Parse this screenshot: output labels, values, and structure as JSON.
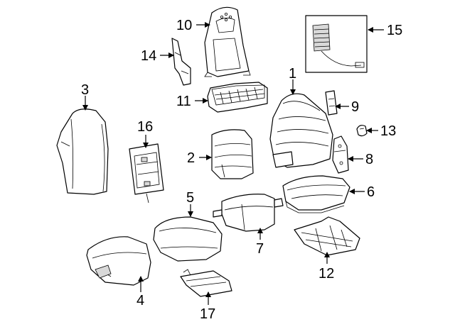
{
  "diagram": {
    "callouts": [
      {
        "id": "c1",
        "text": "1"
      },
      {
        "id": "c2",
        "text": "2"
      },
      {
        "id": "c3",
        "text": "3"
      },
      {
        "id": "c4",
        "text": "4"
      },
      {
        "id": "c5",
        "text": "5"
      },
      {
        "id": "c6",
        "text": "6"
      },
      {
        "id": "c7",
        "text": "7"
      },
      {
        "id": "c8",
        "text": "8"
      },
      {
        "id": "c9",
        "text": "9"
      },
      {
        "id": "c10",
        "text": "10"
      },
      {
        "id": "c11",
        "text": "11"
      },
      {
        "id": "c12",
        "text": "12"
      },
      {
        "id": "c13",
        "text": "13"
      },
      {
        "id": "c14",
        "text": "14"
      },
      {
        "id": "c15",
        "text": "15"
      },
      {
        "id": "c16",
        "text": "16"
      },
      {
        "id": "c17",
        "text": "17"
      }
    ],
    "colors": {
      "line": "#000000",
      "background": "#ffffff"
    }
  }
}
